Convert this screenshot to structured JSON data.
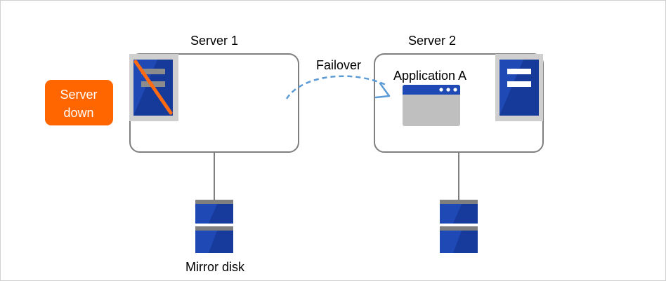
{
  "server1": {
    "label": "Server 1"
  },
  "server2": {
    "label": "Server 2"
  },
  "failover": {
    "label": "Failover"
  },
  "application": {
    "label": "Application A"
  },
  "status_badge": {
    "line1": "Server",
    "line2": "down"
  },
  "storage": {
    "label": "Mirror disk"
  },
  "colors": {
    "server_blue": "#1f49b5",
    "server_dark": "#13328c",
    "panel_gray": "#cfcfcf",
    "badge_orange": "#ff6600",
    "failover_arrow": "#5b9bd5",
    "fail_slash": "#ff6a13"
  }
}
